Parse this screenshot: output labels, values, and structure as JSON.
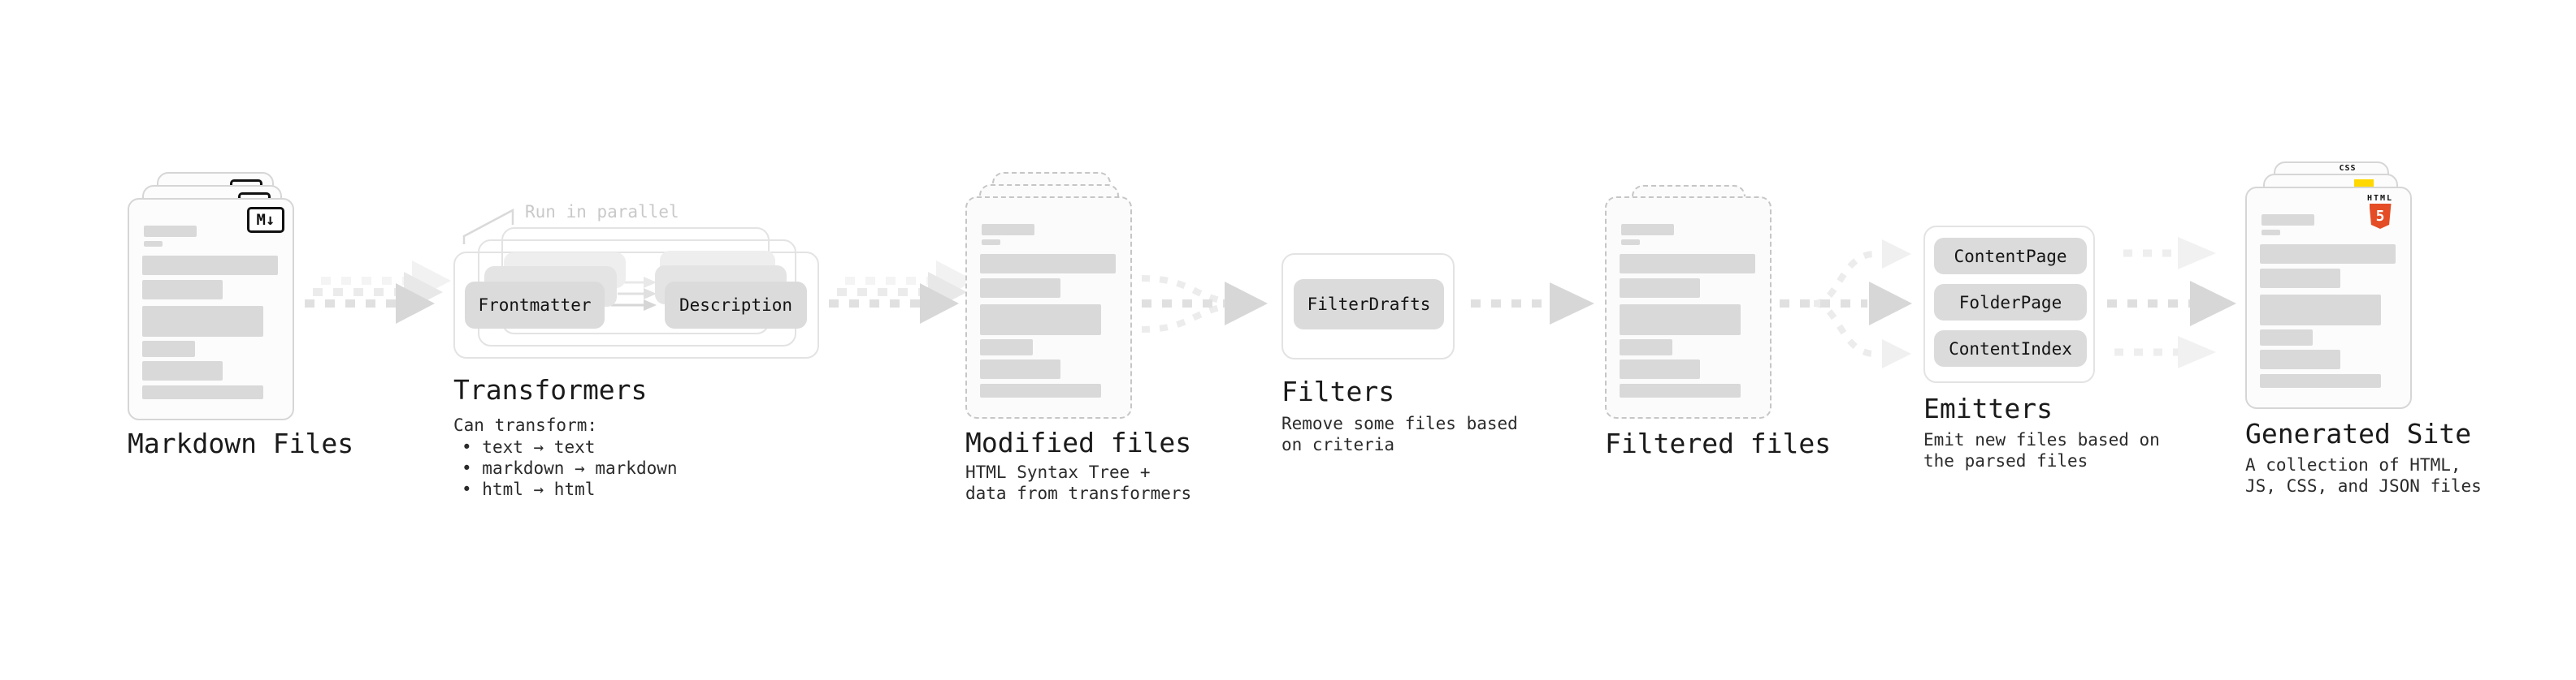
{
  "diagram": {
    "stages": [
      {
        "id": "markdown-files",
        "title": "Markdown Files",
        "badge": "M↓"
      },
      {
        "id": "transformers",
        "title": "Transformers",
        "annotation": "Run in parallel",
        "boxes": [
          "Frontmatter",
          "Description"
        ],
        "description": "Can transform:",
        "bullets": [
          "text → text",
          "markdown → markdown",
          "html → html"
        ]
      },
      {
        "id": "modified-files",
        "title": "Modified files",
        "description": "HTML Syntax Tree +\ndata from transformers"
      },
      {
        "id": "filters",
        "title": "Filters",
        "boxes": [
          "FilterDrafts"
        ],
        "description": "Remove some files based\non criteria"
      },
      {
        "id": "filtered-files",
        "title": "Filtered files"
      },
      {
        "id": "emitters",
        "title": "Emitters",
        "boxes": [
          "ContentPage",
          "FolderPage",
          "ContentIndex"
        ],
        "description": "Emit new files based on\nthe parsed files"
      },
      {
        "id": "generated-site",
        "title": "Generated Site",
        "description": "A collection of HTML,\nJS, CSS, and JSON files",
        "badges": {
          "css": "CSS",
          "html": "HTML",
          "html5_digit": "5"
        }
      }
    ],
    "colors": {
      "card_border": "#d6d6d6",
      "dashed_border": "#c6c6c6",
      "content_bar": "#d9d9d9",
      "process_box": "#dbdbdb",
      "arrow": "#dcdcdc",
      "muted_text": "#c9c9c9",
      "html5_orange": "#e44d26",
      "js_yellow": "#ffd800",
      "css_blue": "#2463eb"
    }
  }
}
